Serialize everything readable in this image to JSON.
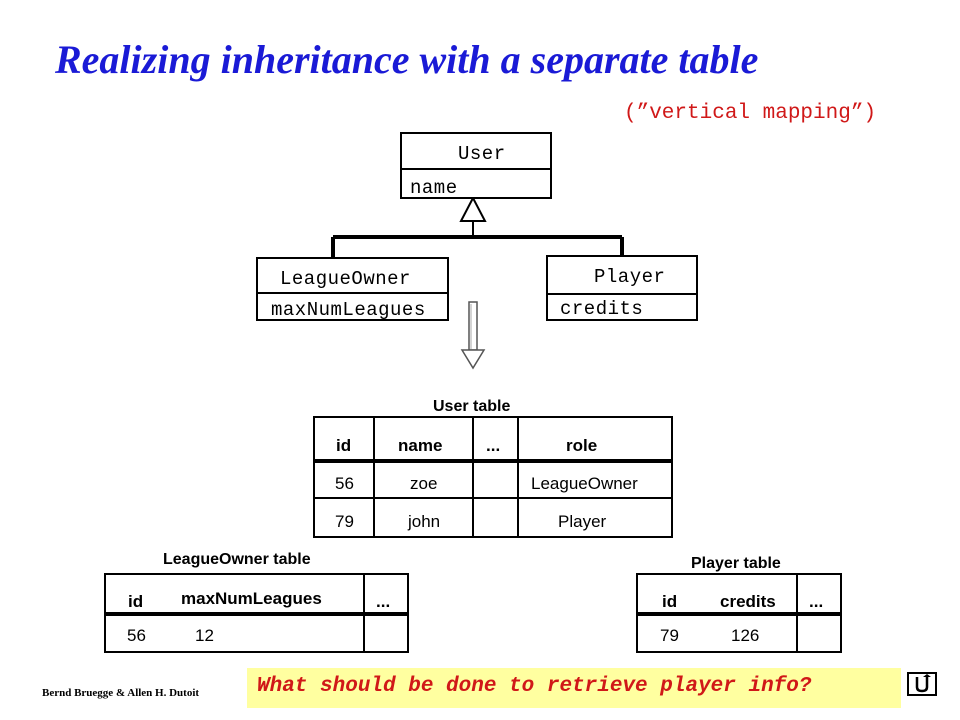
{
  "slide": {
    "title": "Realizing inheritance with a separate table",
    "subtitle": "(”vertical mapping”)",
    "footer_credit": "Bernd Bruegge & Allen H. Dutoit",
    "question": "What should be done to retrieve player info?",
    "nav_icon": "return-arrow-icon"
  },
  "uml": {
    "user": {
      "name": "User",
      "attribute": "name"
    },
    "league_owner": {
      "name": "LeagueOwner",
      "attribute": "maxNumLeagues"
    },
    "player": {
      "name": "Player",
      "attribute": "credits"
    }
  },
  "user_table": {
    "caption": "User table",
    "headers": [
      "id",
      "name",
      "...",
      "role"
    ],
    "rows": [
      [
        "56",
        "zoe",
        "",
        "LeagueOwner"
      ],
      [
        "79",
        "john",
        "",
        "Player"
      ]
    ]
  },
  "league_owner_table": {
    "caption": "LeagueOwner table",
    "headers": [
      "id",
      "maxNumLeagues",
      "..."
    ],
    "rows": [
      [
        "56",
        "12",
        ""
      ]
    ]
  },
  "player_table": {
    "caption": "Player table",
    "headers": [
      "id",
      "credits",
      "..."
    ],
    "rows": [
      [
        "79",
        "126",
        ""
      ]
    ]
  }
}
